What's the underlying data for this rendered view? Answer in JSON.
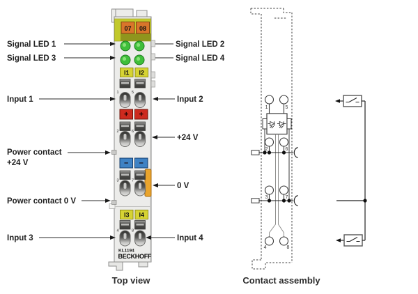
{
  "captions": {
    "left": "Top view",
    "right": "Contact assembly"
  },
  "callouts": {
    "left": [
      {
        "text": "Signal LED 1"
      },
      {
        "text": "Signal LED 3"
      },
      {
        "text": "Input 1"
      },
      {
        "text": "Power contact",
        "text2": "+24 V"
      },
      {
        "text": "Power contact 0 V"
      },
      {
        "text": "Input 3"
      }
    ],
    "right": [
      {
        "text": "Signal LED 2"
      },
      {
        "text": "Signal LED 4"
      },
      {
        "text": "Input 2"
      },
      {
        "text": "+24 V"
      },
      {
        "text": "0 V"
      },
      {
        "text": "Input 4"
      }
    ]
  },
  "module": {
    "id_blocks": [
      "07",
      "08"
    ],
    "inputs_top": [
      "I1",
      "I2"
    ],
    "inputs_bottom": [
      "I3",
      "I4"
    ],
    "polarity": {
      "plus": "+",
      "minus": "–"
    },
    "contact_numbers": [
      "1",
      "5",
      "2",
      "6",
      "3",
      "7",
      "4",
      "8"
    ],
    "model": "KL1194",
    "brand": "BECKHOFF"
  },
  "assembly": {
    "terminal_numbers": [
      "1",
      "5",
      "2",
      "6",
      "3",
      "7",
      "4",
      "8"
    ]
  },
  "colors": {
    "band_yellow": "#c2c92c",
    "band_shadow": "#8f951d",
    "block_orange": "#d9752b",
    "block_yellow": "#d6d333",
    "block_red": "#cd2a1e",
    "block_blue": "#3e82c4",
    "led_green": "#3fbf3a",
    "power_tab_orange": "#e9a42d"
  }
}
